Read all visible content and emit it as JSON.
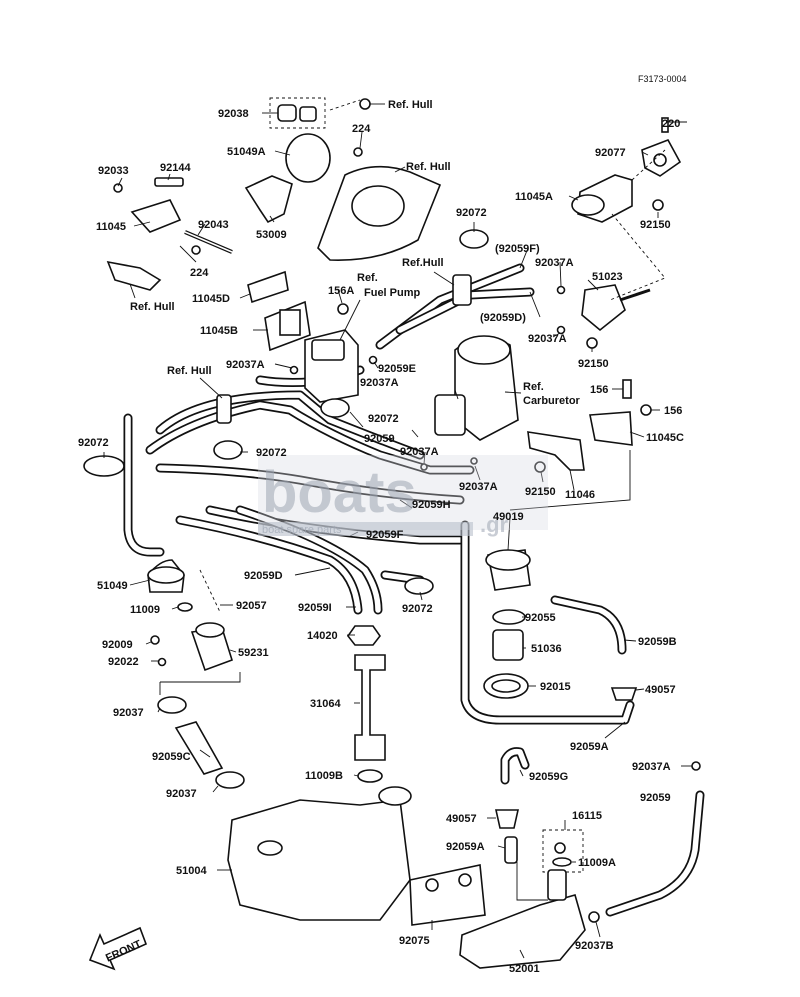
{
  "figure_code": "F3173-0004",
  "watermark": {
    "main": "boats",
    "suffix": ".gr",
    "sub": "boat spare parts"
  },
  "front_label": "FRONT",
  "labels": {
    "l92038": "92038",
    "lRefHullTop": "Ref. Hull",
    "l224a": "224",
    "l51049A": "51049A",
    "lRefHull2": "Ref. Hull",
    "l53009": "53009",
    "l92033": "92033",
    "l92144": "92144",
    "l11045": "11045",
    "l92043": "92043",
    "l224b": "224",
    "lRefHullLeft": "Ref. Hull",
    "l11045D": "11045D",
    "l156A": "156A",
    "lRefFuelPump": "Ref.\nFuel Pump",
    "l11045B": "11045B",
    "l92037A_1": "92037A",
    "l92059E": "92059E",
    "l92037A_2": "92037A",
    "l92072_a": "92072",
    "lRefHull3": "Ref.Hull",
    "l92059F_p": "(92059F)",
    "l92037A_3": "92037A",
    "l51023": "51023",
    "l92059D_p": "(92059D)",
    "l92037A_4": "92037A",
    "l92150_a": "92150",
    "l220": "220",
    "l92077": "92077",
    "l11045A": "11045A",
    "l92150_b": "92150",
    "lRefHull4": "Ref. Hull",
    "lRefCarb": "Ref.\nCarburetor",
    "l156a": "156",
    "l156b": "156",
    "l11045C": "11045C",
    "l92072_b": "92072",
    "l92072_c": "92072",
    "l92072_d": "92072",
    "l92059": "92059",
    "l92037A_5": "92037A",
    "l92037A_6": "92037A",
    "l92150_c": "92150",
    "l11046": "11046",
    "l92059H": "92059H",
    "l92059F": "92059F",
    "l49019": "49019",
    "l51049": "51049",
    "l11009": "11009",
    "l92057": "92057",
    "l92059D": "92059D",
    "l92059I": "92059I",
    "l92072_e": "92072",
    "l92055": "92055",
    "l14020": "14020",
    "l51036": "51036",
    "l92059B": "92059B",
    "l92009": "92009",
    "l92022": "92022",
    "l59231": "59231",
    "l92015": "92015",
    "l49057_a": "49057",
    "l31064": "31064",
    "l92037_a": "92037",
    "l92059A_a": "92059A",
    "l92059C": "92059C",
    "l11009B": "11009B",
    "l92037_b": "92037",
    "l92059G": "92059G",
    "l92037A_7": "92037A",
    "l92059_b": "92059",
    "l49057_b": "49057",
    "l16115": "16115",
    "l92059A_b": "92059A",
    "l11009A": "11009A",
    "l51004": "51004",
    "l92075": "92075",
    "l52001": "52001",
    "l92037B": "92037B"
  }
}
